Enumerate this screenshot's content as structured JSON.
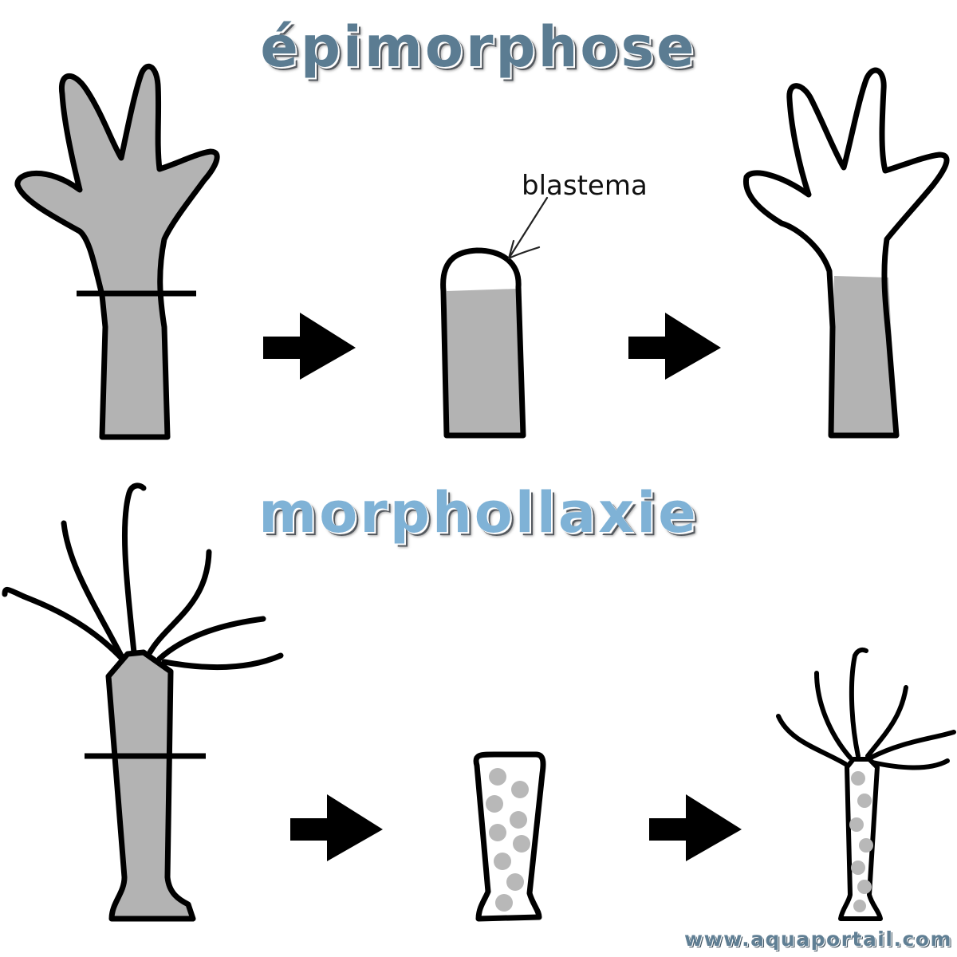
{
  "titles": {
    "epimorphose": "épimorphose",
    "morphollaxie": "morphollaxie"
  },
  "labels": {
    "blastema": "blastema"
  },
  "watermark": "www.aquaportail.com",
  "colors": {
    "epimorphose_title": "#5b7c92",
    "morphollaxie_title": "#7fb2d6",
    "tissue_fill": "#b3b3b3",
    "cell_dots": "#b8b8b8",
    "outline": "#000000",
    "watermark": "#607f94"
  }
}
